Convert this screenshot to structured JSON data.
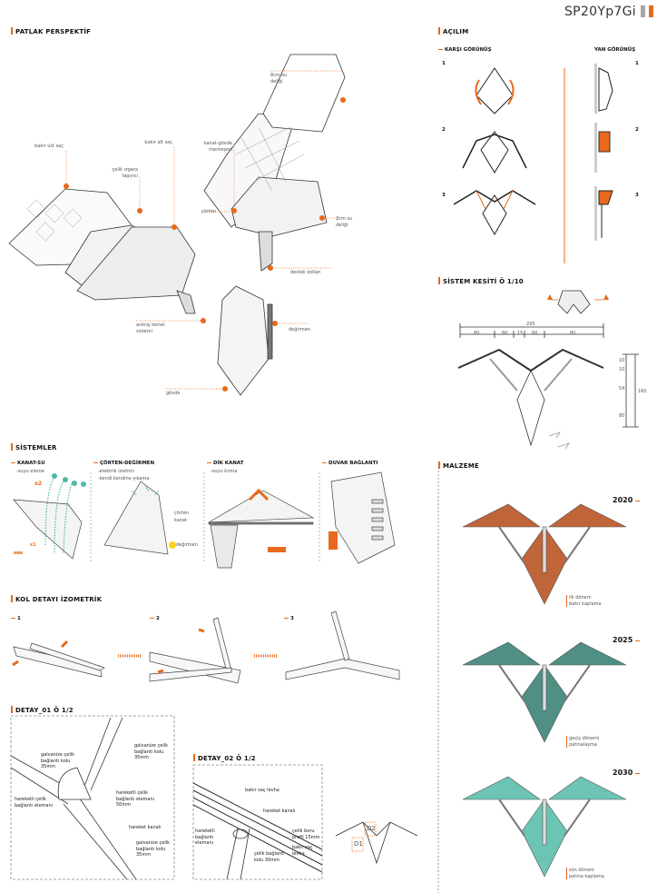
{
  "header": {
    "code": "SP20Yp7Gi",
    "accent": "#e8691b",
    "gray": "#a6a6a6"
  },
  "patlak": {
    "title": "PATLAK PERSPEKTİF",
    "labels": {
      "bakir_ust": "bakır üst saç",
      "celik_izgara": "çelik ızgara taşıyıcı",
      "bakir_alt": "bakır alt saç",
      "mentese": "kanat-gövde menteşesi",
      "su8": "8cm su deliği",
      "corten": "çörten",
      "su2": "2cm su deliği",
      "destek": "destek kolları",
      "ankraj": "ankraj temel sistemi",
      "degirmen": "değirmen",
      "govde": "gövde"
    }
  },
  "acilim": {
    "title": "AÇILIM",
    "front": "KARŞI GÖRÜNÜŞ",
    "side": "YAN GÖRÜNÜŞ",
    "steps": [
      "1",
      "2",
      "3"
    ]
  },
  "kesit": {
    "title": "SİSTEM KESİTİ Ö 1/10",
    "dims_h": {
      "total": "295",
      "parts": [
        "80",
        "60",
        "15",
        "60",
        "80"
      ]
    },
    "dims_v": {
      "parts": [
        "10",
        "10",
        "54",
        "80"
      ],
      "total": "160"
    }
  },
  "sistemler": {
    "title": "SİSTEMLER",
    "items": [
      {
        "title": "KANAT-SU",
        "desc": "-suyu eleme",
        "x2": "x2",
        "x1": "x1"
      },
      {
        "title": "ÇÖRTEN-DEĞİRMEN",
        "desc1": "-elektrik üretimi",
        "desc2": "-kendi kendine yıkama",
        "l1": "çörten",
        "l2": "kanat",
        "l3": "değirmen"
      },
      {
        "title": "DİK KANAT",
        "desc": "-suyu kırma"
      },
      {
        "title": "DUVAR BAĞLANTI"
      }
    ]
  },
  "kol": {
    "title": "KOL DETAYI İZOMETRİK",
    "steps": [
      "1",
      "2",
      "3"
    ]
  },
  "detay1": {
    "title": "DETAY_01 Ö 1/2",
    "l1": "galvanize çelik bağlantı kolu 35mm",
    "l2": "galvanize çelik bağlantı kolu 35mm",
    "l3": "hareketli çelik bağlantı elemanı 50mm",
    "l4": "hareketli çelik bağlantı elemanı",
    "l5": "hareket kanalı",
    "l6": "galvanize çelik bağlantı kolu 35mm"
  },
  "detay2": {
    "title": "DETAY_02 Ö 1/2",
    "l1": "bakır saç levha",
    "l2": "hareket kanalı",
    "l3": "hareketli bağlantı elemanı",
    "l4": "çelik boru profil 15mm",
    "l5": "bakır saç levha",
    "l6": "çelik bağlantı kolu 30mm",
    "d1": "D1",
    "d2": "D2"
  },
  "malzeme": {
    "title": "MALZEME",
    "stages": [
      {
        "year": "2020",
        "caption1": "ilk dönem",
        "caption2": "bakır kaplama",
        "color": "#c0643a"
      },
      {
        "year": "2025",
        "caption1": "geçiş dönemi",
        "caption2": "patinalaşma",
        "color": "#4f8f84"
      },
      {
        "year": "2030",
        "caption1": "son dönem",
        "caption2": "patina kaplama",
        "color": "#6cc4b4"
      }
    ]
  }
}
